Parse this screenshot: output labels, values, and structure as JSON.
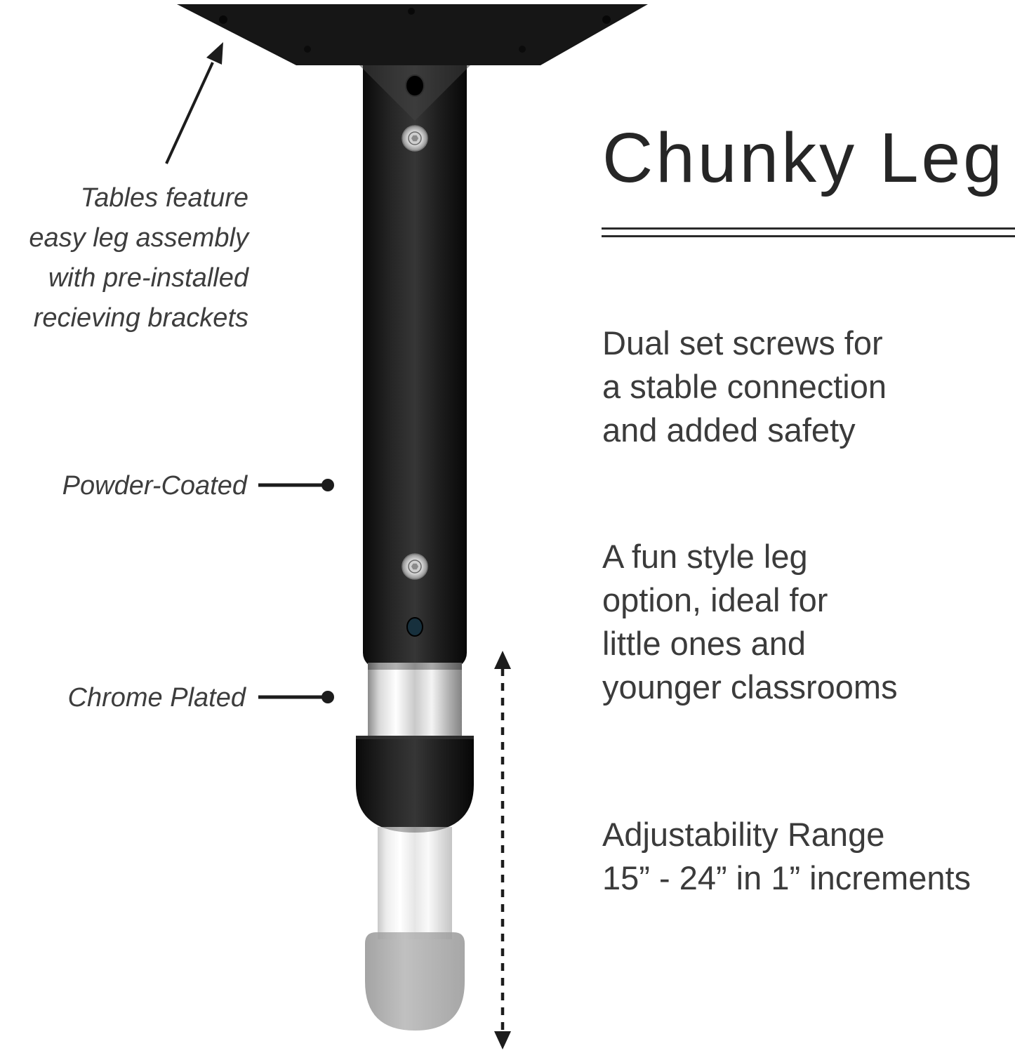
{
  "title": "Chunky Leg",
  "annotations": {
    "assembly": "Tables feature\neasy leg assembly\nwith pre-installed\nrecieving brackets",
    "powder_coated": "Powder-Coated",
    "chrome_plated": "Chrome Plated"
  },
  "features": {
    "dual_screws": "Dual set screws for\na stable connection\nand added safety",
    "fun_style": "A fun style leg\noption, ideal for\nlittle ones and\nyounger classrooms",
    "adjustability": "Adjustability Range\n15” - 24” in 1” increments"
  },
  "colors": {
    "leg_black": "#161616",
    "chrome_silver": "#d9d9d9",
    "foot_gray": "#8f8f8f",
    "text_dark": "#3b3b3b",
    "title_dark": "#262626"
  }
}
